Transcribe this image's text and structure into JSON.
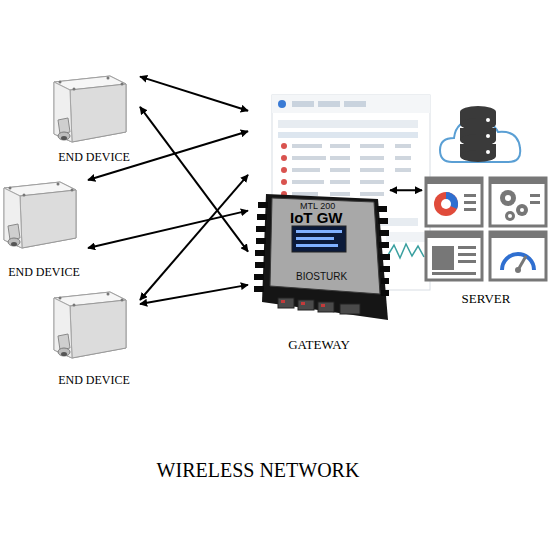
{
  "diagram": {
    "title": "WIRELESS NETWORK",
    "nodes": [
      {
        "text": [
          "END DEVICE"
        ]
      },
      {
        "text": [
          "END DEVICE"
        ]
      },
      {
        "text": [
          "END DEVICE"
        ]
      },
      {
        "text": [
          "MTL 200",
          "IoT GW",
          "BIOSTURK",
          "GATEWAY"
        ]
      },
      {
        "text": [
          "SERVER"
        ]
      }
    ],
    "edges": [
      {
        "from": 0,
        "to": 3,
        "arrow": "both"
      },
      {
        "from": 0,
        "to": 3,
        "arrow": "both"
      },
      {
        "from": 1,
        "to": 3,
        "arrow": "both"
      },
      {
        "from": 1,
        "to": 3,
        "arrow": "both"
      },
      {
        "from": 2,
        "to": 3,
        "arrow": "both"
      },
      {
        "from": 2,
        "to": 3,
        "arrow": "both"
      },
      {
        "from": 3,
        "to": 4,
        "arrow": "both"
      }
    ]
  }
}
